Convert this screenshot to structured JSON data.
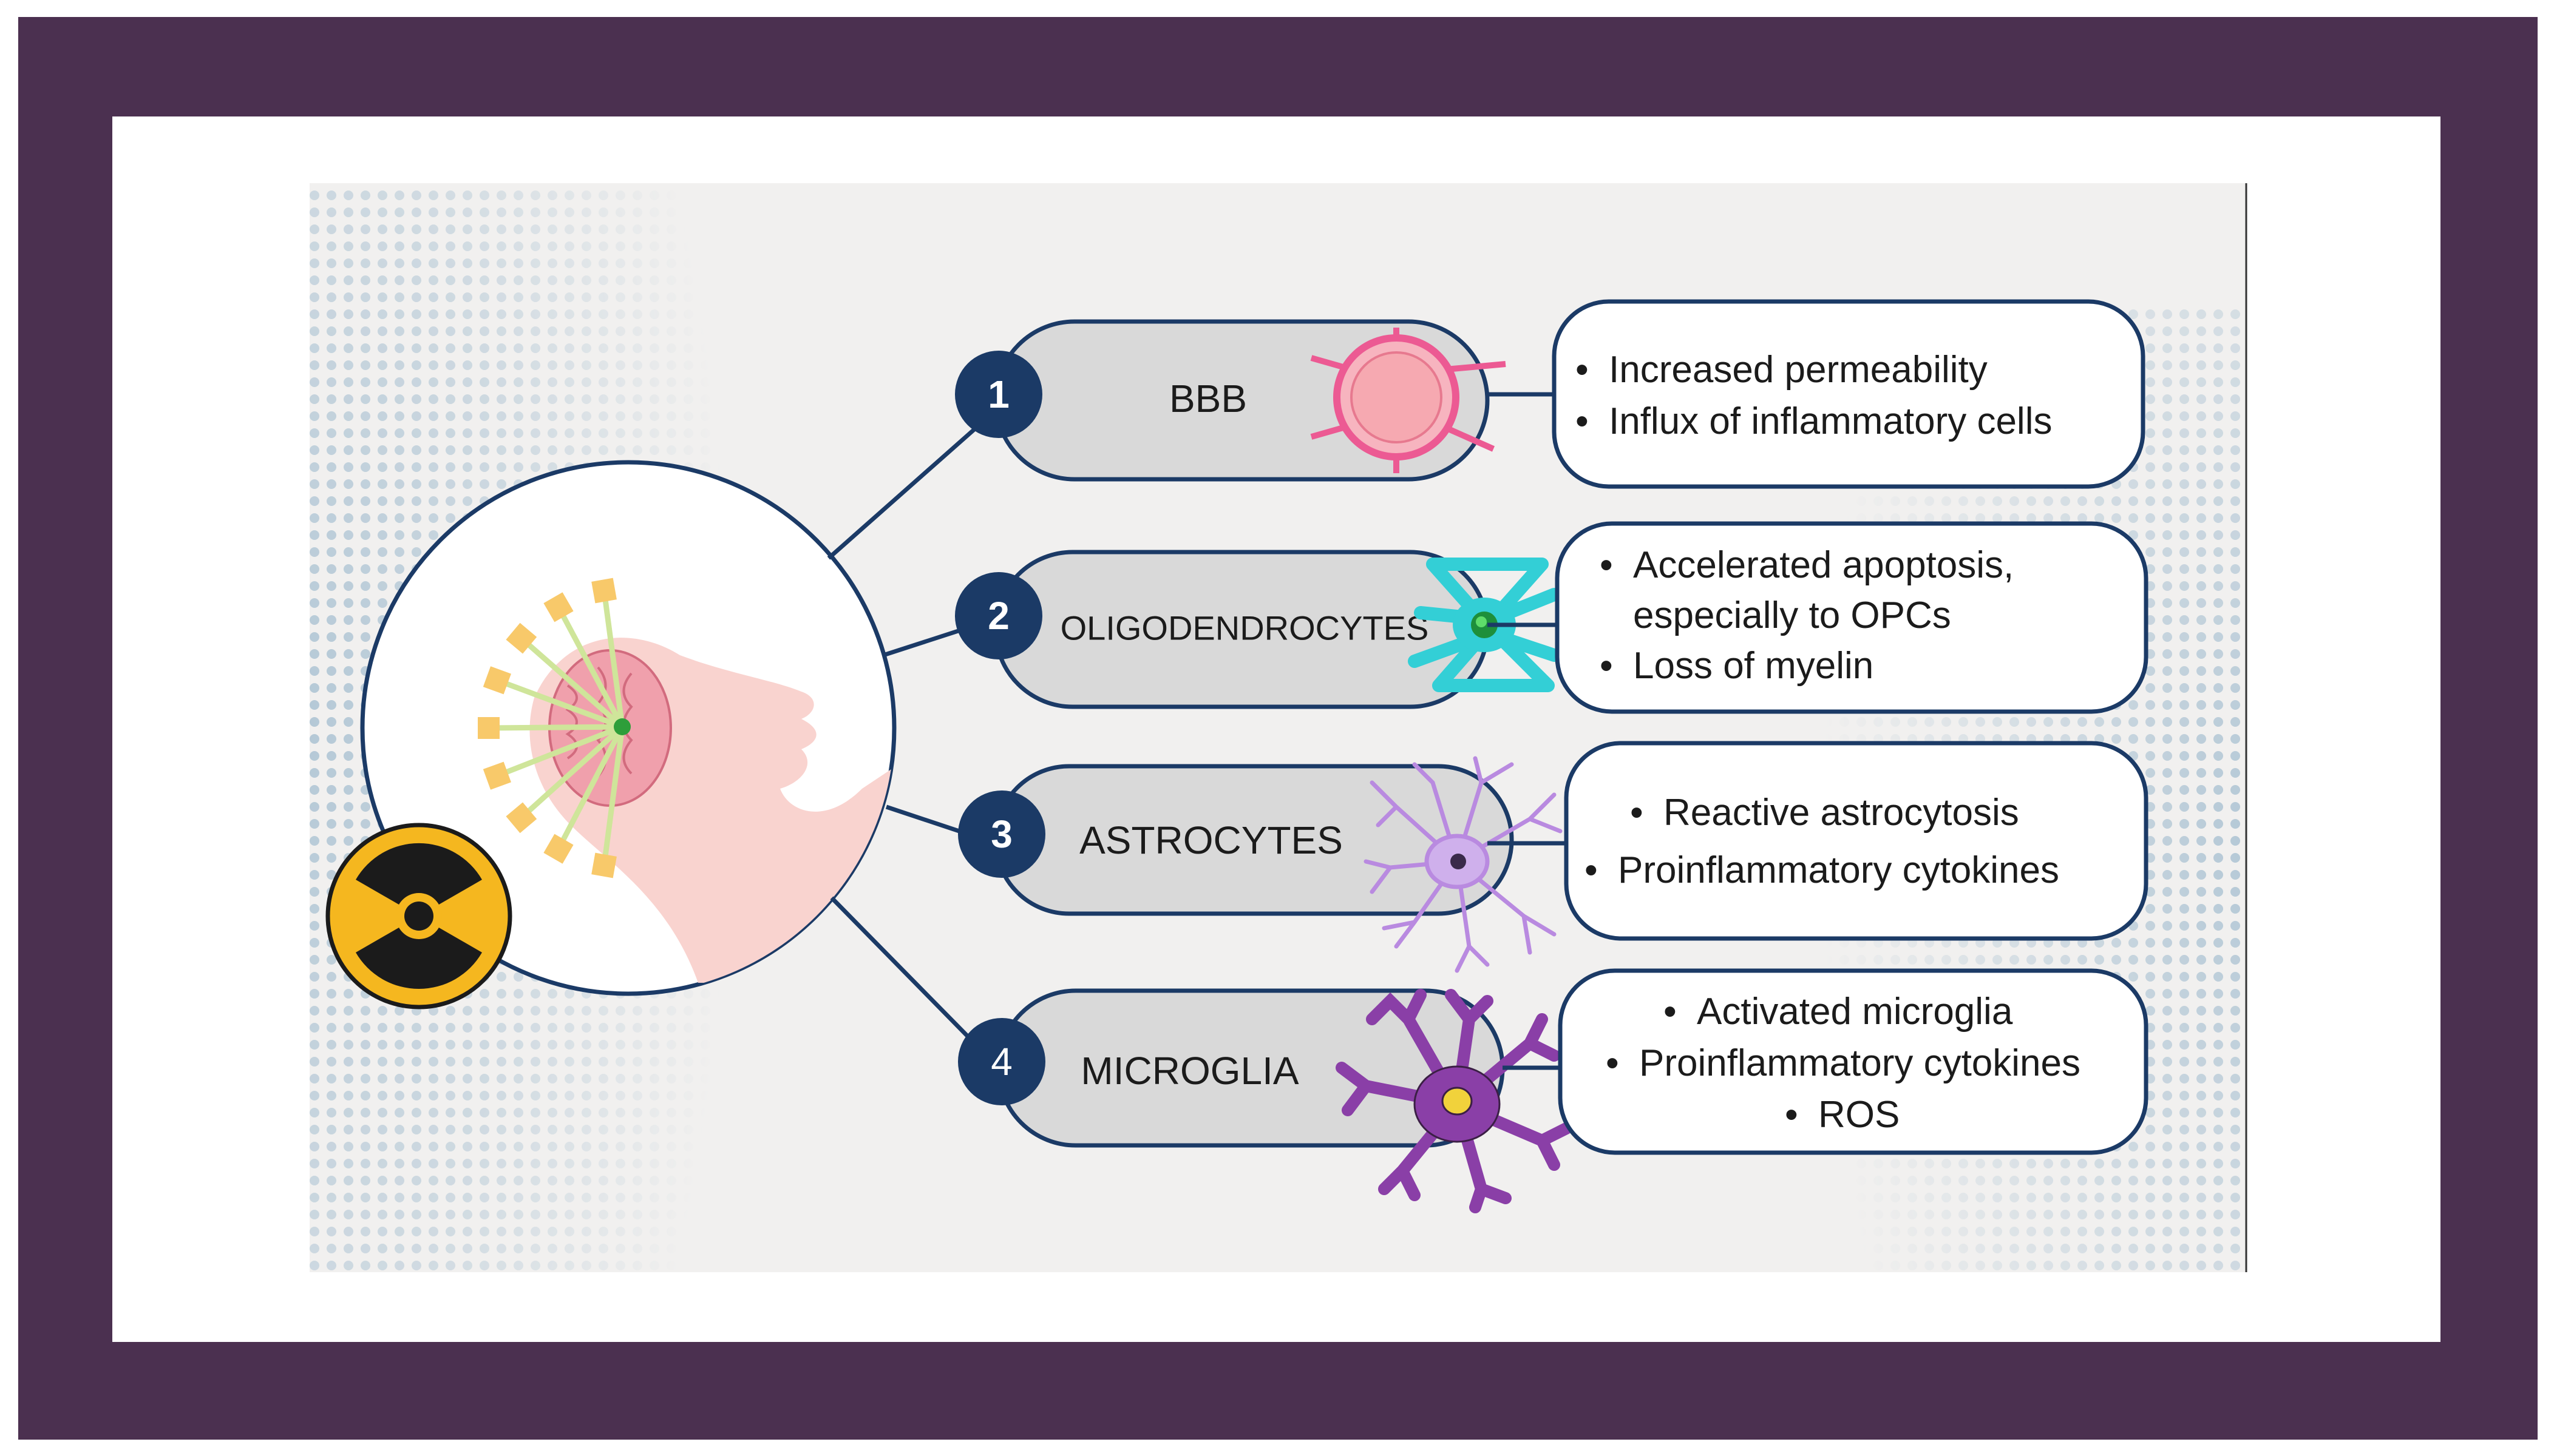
{
  "colors": {
    "frame": "#4b3050",
    "navy": "#1b3a66",
    "panel_bg": "#f1f0ef",
    "halftone": "#b4c8d6",
    "pill_fill": "#d9d9d9",
    "box_fill": "#ffffff",
    "scanner_gray": "#c4c4c4",
    "beam_green": "#cfe59a",
    "detector_yellow": "#f8c96a",
    "skin": "#f9d3cf",
    "brain": "#f0a0ac",
    "hazard_yellow": "#f5b71f",
    "bbb_pink": "#ec5a93",
    "oligo_cyan": "#33cfd6",
    "astro_lilac": "#b98ae0",
    "micro_purple": "#8a3fa7"
  },
  "icons": {
    "radiation": "radiation-hazard-icon",
    "scanner": "ct-scanner-icon",
    "bbb": "blood-vessel-icon",
    "oligodendrocyte": "oligodendrocyte-cell-icon",
    "astrocyte": "astrocyte-cell-icon",
    "microglia": "microglia-cell-icon"
  },
  "items": [
    {
      "number": "1",
      "label": "BBB",
      "lines": [
        "Increased permeability",
        "Influx of inflammatory cells"
      ]
    },
    {
      "number": "2",
      "label": "OLIGODENDROCYTES",
      "lines": [
        "Accelerated apoptosis,",
        "especially to OPCs",
        "Loss of myelin"
      ]
    },
    {
      "number": "3",
      "label": "ASTROCYTES",
      "lines": [
        "Reactive astrocytosis",
        "Proinflammatory cytokines"
      ]
    },
    {
      "number": "4",
      "label": "MICROGLIA",
      "lines": [
        "Activated microglia",
        "Proinflammatory cytokines",
        "ROS"
      ]
    }
  ]
}
